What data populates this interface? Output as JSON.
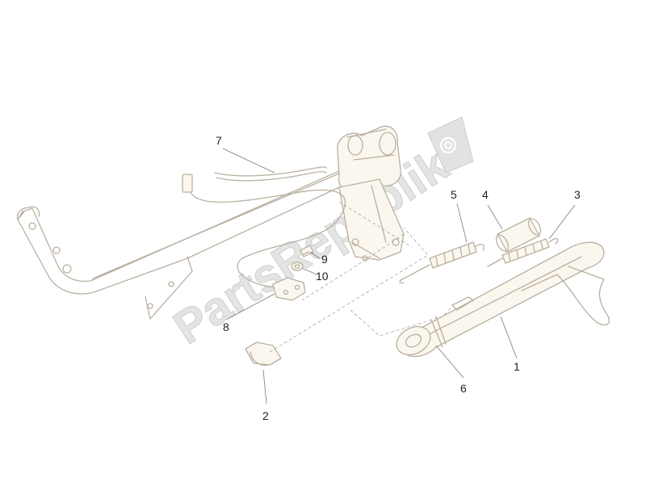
{
  "watermark": {
    "text": "PartsRepublik"
  },
  "callouts": [
    {
      "id": "1",
      "label": "1"
    },
    {
      "id": "2",
      "label": "2"
    },
    {
      "id": "3",
      "label": "3"
    },
    {
      "id": "4",
      "label": "4"
    },
    {
      "id": "5",
      "label": "5"
    },
    {
      "id": "6",
      "label": "6"
    },
    {
      "id": "7",
      "label": "7"
    },
    {
      "id": "8",
      "label": "8"
    },
    {
      "id": "9",
      "label": "9"
    },
    {
      "id": "10",
      "label": "10"
    }
  ]
}
